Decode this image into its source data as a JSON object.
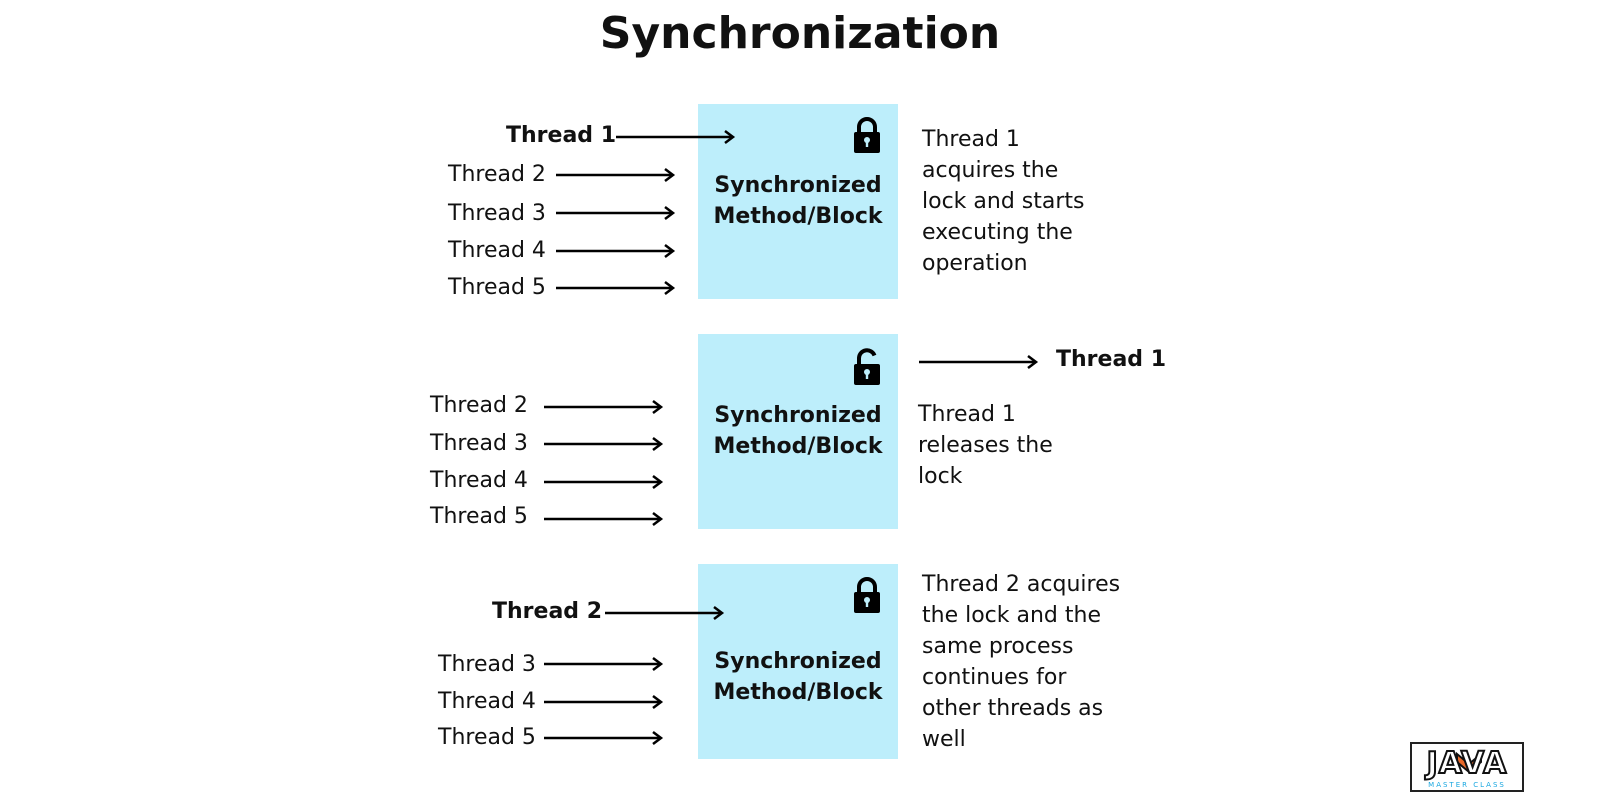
{
  "title": "Synchronization",
  "box_label_line1": "Synchronized",
  "box_label_line2": "Method/Block",
  "panels": [
    {
      "lock_state": "locked",
      "active_thread": "Thread 1",
      "waiting_threads": [
        "Thread 2",
        "Thread 3",
        "Thread 4",
        "Thread 5"
      ],
      "description": "Thread 1\nacquires the\nlock and starts\nexecuting the\noperation"
    },
    {
      "lock_state": "unlocked",
      "exiting_thread": "Thread 1",
      "waiting_threads": [
        "Thread 2",
        "Thread 3",
        "Thread 4",
        "Thread 5"
      ],
      "description": "Thread 1\nreleases the\nlock"
    },
    {
      "lock_state": "locked",
      "active_thread": "Thread 2",
      "waiting_threads": [
        "Thread 3",
        "Thread 4",
        "Thread 5"
      ],
      "description": "Thread 2 acquires\nthe lock and the\nsame process\ncontinues for\nother threads as\nwell"
    }
  ],
  "logo": {
    "main_text": "JAVA",
    "sub_text": "MASTER CLASS",
    "accent_color": "#e8692a",
    "sub_color": "#19a7e0"
  },
  "colors": {
    "box_fill": "#bdeefb",
    "text": "#111111"
  },
  "icons": {
    "locked": "padlock-closed-icon",
    "unlocked": "padlock-open-icon"
  }
}
